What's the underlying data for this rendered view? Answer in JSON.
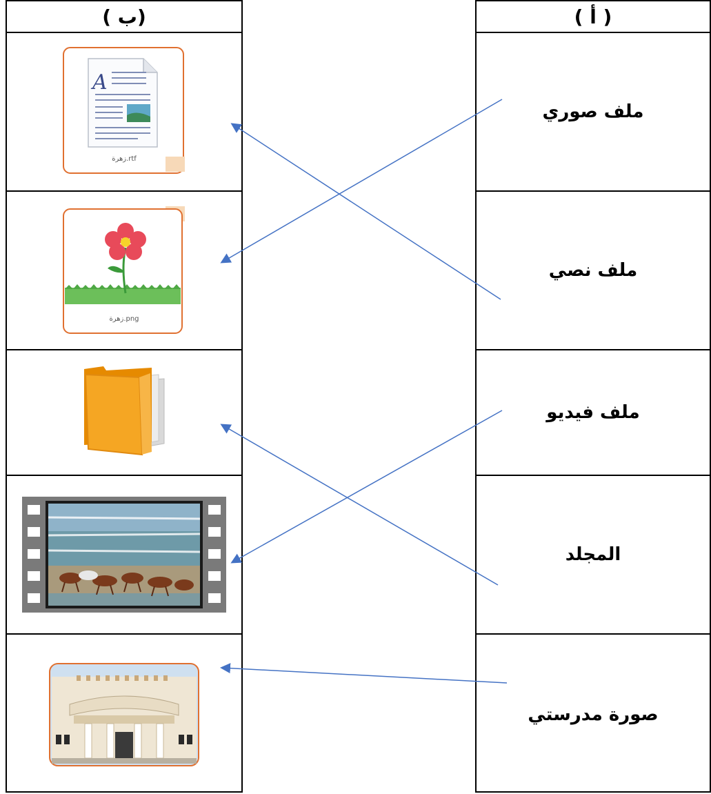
{
  "column_b": {
    "header": "( ب)",
    "items": [
      {
        "icon": "text-document-icon",
        "caption": "زهرة.rtf"
      },
      {
        "icon": "flower-image-icon",
        "caption": "زهرة.png"
      },
      {
        "icon": "folder-icon"
      },
      {
        "icon": "video-filmstrip-icon"
      },
      {
        "icon": "school-photo-icon"
      }
    ]
  },
  "column_a": {
    "header": "( أ )",
    "items": [
      {
        "label": "ملف صوري"
      },
      {
        "label": "ملف نصي"
      },
      {
        "label": "ملف فيديو"
      },
      {
        "label": "المجلد"
      },
      {
        "label": "صورة مدرستي"
      }
    ]
  },
  "colors": {
    "connector": "#4472c4",
    "thumb_border": "#e07030",
    "folder": "#f5a623"
  }
}
